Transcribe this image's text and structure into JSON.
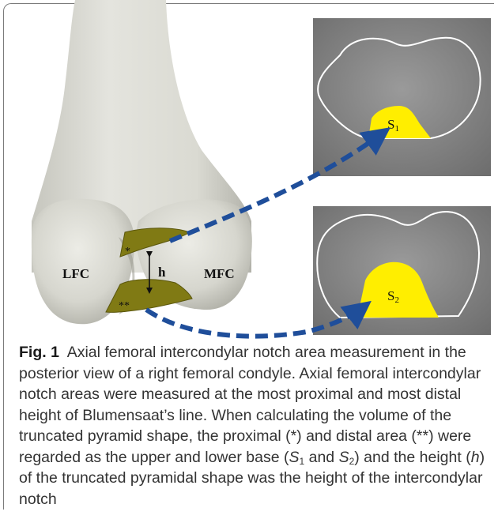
{
  "figure": {
    "labels": {
      "lfc": "LFC",
      "mfc": "MFC",
      "h": "h",
      "proximal_mark": "*",
      "distal_mark": "**",
      "s1": "S",
      "s1_sub": "1",
      "s2": "S",
      "s2_sub": "2"
    },
    "colors": {
      "bone": "#dcdcd4",
      "notch_area": "#807a14",
      "highlight": "#ffee00",
      "arrow": "#1f4e9a",
      "ct_bg": "#7c7c7c"
    }
  },
  "caption": {
    "fig_label": "Fig. 1",
    "part1": "Axial femoral intercondylar notch area measurement in the posterior view of a right femoral condyle. Axial femoral intercondylar notch areas were measured at the most proximal and most distal height of Blumensaat’s line. When calculating the volume of the truncated pyramid shape, the proximal (*) and distal area (**) were regarded as the upper and lower base (",
    "s1": "S",
    "s1_sub": "1",
    "and": " and ",
    "s2": "S",
    "s2_sub": "2",
    "part2": ") and the height (",
    "h": "h",
    "part3": ") of the truncated pyramidal shape was the height of the intercondylar notch"
  }
}
